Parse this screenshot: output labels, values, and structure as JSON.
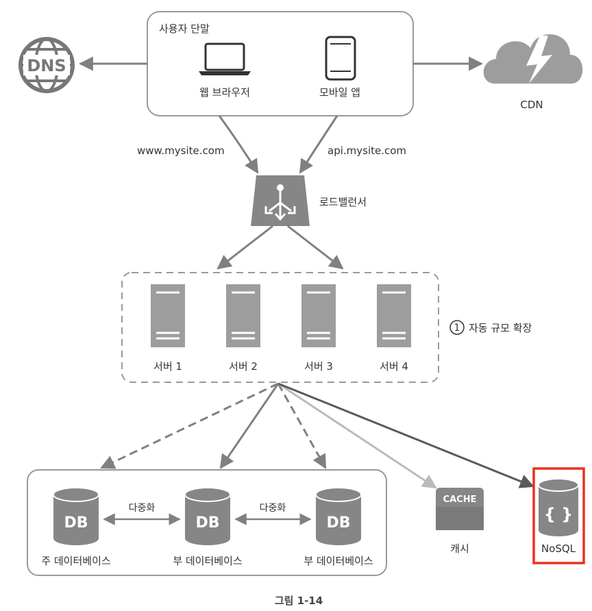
{
  "user_device": {
    "title": "사용자 단말",
    "web_browser": "웹 브라우저",
    "mobile_app": "모바일 앱"
  },
  "dns": {
    "label": "DNS"
  },
  "cdn": {
    "label": "CDN"
  },
  "links": {
    "web_domain": "www.mysite.com",
    "api_domain": "api.mysite.com"
  },
  "load_balancer": {
    "label": "로드밸런서"
  },
  "servers": {
    "autoscale_marker": "①",
    "autoscale_label": "자동 규모 확장",
    "items": [
      "서버 1",
      "서버 2",
      "서버 3",
      "서버 4"
    ]
  },
  "databases": {
    "icon_text": "DB",
    "replication_label": "다중화",
    "primary": "주 데이터베이스",
    "secondary_1": "부 데이터베이스",
    "secondary_2": "부 데이터베이스"
  },
  "cache": {
    "icon_text": "CACHE",
    "label": "캐시"
  },
  "nosql": {
    "icon_text": "{ }",
    "label": "NoSQL",
    "highlight_color": "#e8321e"
  },
  "caption": "그림 1-14",
  "colors": {
    "line": "#808080",
    "box_border": "#999999",
    "icon_fill": "#868686",
    "cache_line": "#bbbbbb",
    "nosql_line": "#5a5a5a"
  }
}
